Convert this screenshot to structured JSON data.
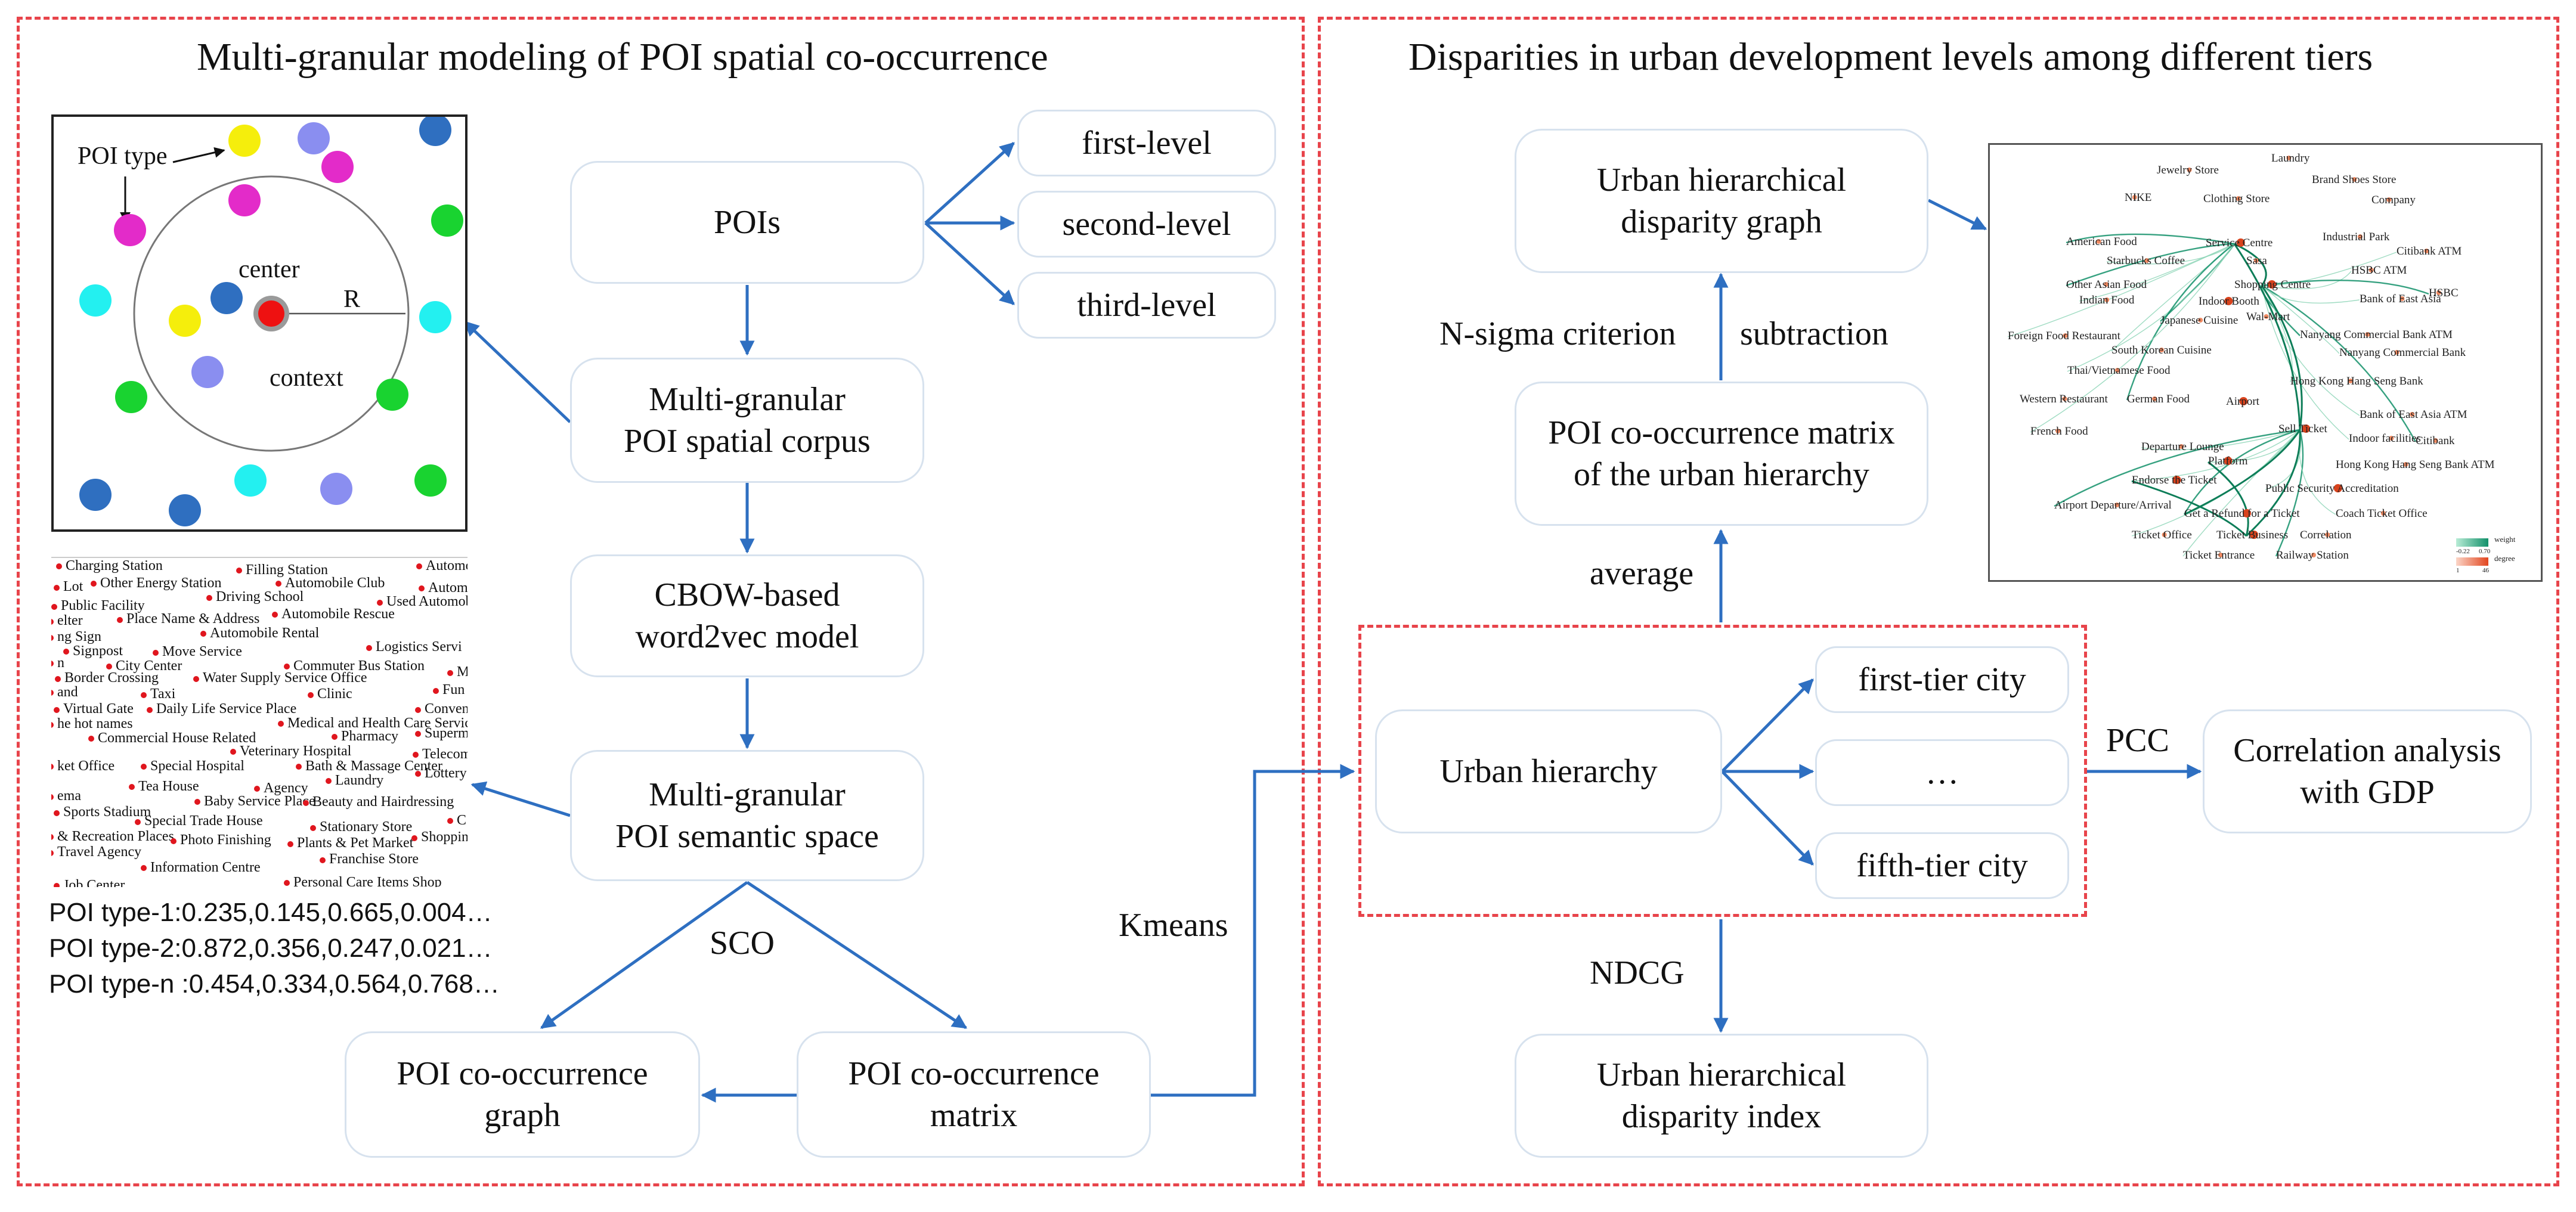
{
  "left_section": {
    "title": "Multi-granular modeling of POI spatial co-occurrence"
  },
  "right_section": {
    "title": "Disparities in urban development levels among different tiers"
  },
  "nodes": {
    "pois": "POIs",
    "first_level": "first-level",
    "second_level": "second-level",
    "third_level": "third-level",
    "corpus": [
      "Multi-granular",
      "POI spatial corpus"
    ],
    "cbow": [
      "CBOW-based",
      "word2vec model"
    ],
    "semantic": [
      "Multi-granular",
      "POI semantic space"
    ],
    "cooc_graph": [
      "POI co-occurrence",
      "graph"
    ],
    "cooc_matrix": [
      "POI co-occurrence",
      "matrix"
    ],
    "disparity_graph": [
      "Urban hierarchical",
      "disparity graph"
    ],
    "urban_matrix": [
      "POI co-occurrence matrix",
      "of the urban hierarchy"
    ],
    "urban_hierarchy": "Urban hierarchy",
    "first_tier": "first-tier city",
    "ellipsis": "…",
    "fifth_tier": "fifth-tier city",
    "correlation": [
      "Correlation analysis",
      "with GDP"
    ],
    "disparity_index": [
      "Urban hierarchical",
      "disparity index"
    ]
  },
  "edge_labels": {
    "sco": "SCO",
    "kmeans": "Kmeans",
    "average": "average",
    "n_sigma": "N-sigma criterion",
    "subtraction": "subtraction",
    "pcc": "PCC",
    "ndcg": "NDCG"
  },
  "poi_panel": {
    "poi_type": "POI type",
    "center": "center",
    "radius": "R",
    "context": "context",
    "dot_colors": [
      "#f5ee0c",
      "#e32bc9",
      "#2f6fc0",
      "#19d330",
      "#23f0f0",
      "#8a8ef0",
      "#ee1111"
    ]
  },
  "word_cloud": [
    "Charging Station",
    "Filling Station",
    "Automo",
    "Lot",
    "Other Energy Station",
    "Automobile Club",
    "Automobil",
    "Public Facility",
    "Driving School",
    "Used Automobile De",
    "elter",
    "Place Name & Address",
    "Automobile Rescue",
    "ng Sign",
    "Automobile Rental",
    "Signpost",
    "Move Service",
    "Logistics Servi",
    "n",
    "City Center",
    "Commuter Bus Station",
    "Border Crossing",
    "Water Supply Service Office",
    "M",
    "and",
    "Taxi",
    "Clinic",
    "Fun",
    "Virtual Gate",
    "Daily Life Service Place",
    "Convenience S",
    "he hot names",
    "Medical and Health Care Service",
    "Commercial House Related",
    "Pharmacy",
    "Supermarke",
    "Veterinary Hospital",
    "ket Office",
    "Special Hospital",
    "Bath & Massage Center",
    "Telecom",
    "Laundry",
    "Lottery S",
    "Tea House",
    "Agency",
    "ema",
    "Sports Stadium",
    "Baby Service Place",
    "Beauty and Hairdressing",
    "Special Trade House",
    "Stationary Store",
    "C",
    "& Recreation Places",
    "Photo Finishing",
    "Plants & Pet Market",
    "Shopping",
    "Travel Agency",
    "Franchise Store",
    "Information Centre",
    "Personal Care Items Shop",
    "Job Center"
  ],
  "vectors": [
    "POI type-1:0.235,0.145,0.665,0.004…",
    "POI type-2:0.872,0.356,0.247,0.021…",
    "POI type-n :0.454,0.334,0.564,0.768…"
  ],
  "graph_labels": [
    "Laundry",
    "Jewelry Store",
    "Brand Shoes Store",
    "NIKE",
    "Clothing Store",
    "Company",
    "Industrial Park",
    "American Food",
    "Service Centre",
    "Citibank ATM",
    "Starbucks Coffee",
    "Sasa",
    "HSBC ATM",
    "Other Asian Food",
    "Shopping Centre",
    "HSBC",
    "Indian Food",
    "Indoor Booth",
    "Bank of East Asia",
    "Japanese Cuisine",
    "Wal-Mart",
    "Nanyang Commercial Bank ATM",
    "Foreign Food Restaurant",
    "South Korean Cuisine",
    "Nanyang Commercial Bank",
    "Thai/Vietnamese Food",
    "Hong Kong Hang Seng Bank",
    "Western Restaurant",
    "German Food",
    "Airport",
    "Bank of East Asia ATM",
    "French Food",
    "Sell Ticket",
    "Indoor facilities",
    "Citibank",
    "Departure Lounge",
    "Platform",
    "Hong Kong Hang Seng Bank ATM",
    "Endorse the Ticket",
    "Public Security Accreditation",
    "Airport Departure/Arrival",
    "Get a Refund for a Ticket",
    "Coach Ticket Office",
    "Ticket Office",
    "Ticket Business",
    "Correlation",
    "Ticket Entrance",
    "Railway Station"
  ],
  "graph_legend": {
    "weight": "weight",
    "degree": "degree",
    "w_min": "-0.22",
    "w_max": "0.70",
    "d_min": "1",
    "d_max": "46"
  }
}
